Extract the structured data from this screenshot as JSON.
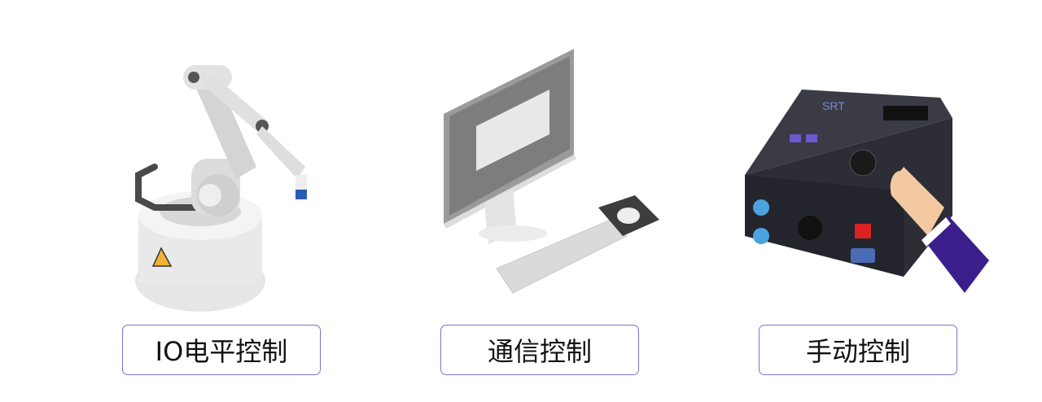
{
  "options": [
    {
      "label": "IO电平控制",
      "icon": "robot-arm-icon"
    },
    {
      "label": "通信控制",
      "icon": "computer-icon"
    },
    {
      "label": "手动控制",
      "icon": "controller-icon"
    }
  ],
  "controller": {
    "brand": "SRT"
  },
  "colors": {
    "border": "#7f70d2",
    "accent": "#3a1f8c"
  }
}
